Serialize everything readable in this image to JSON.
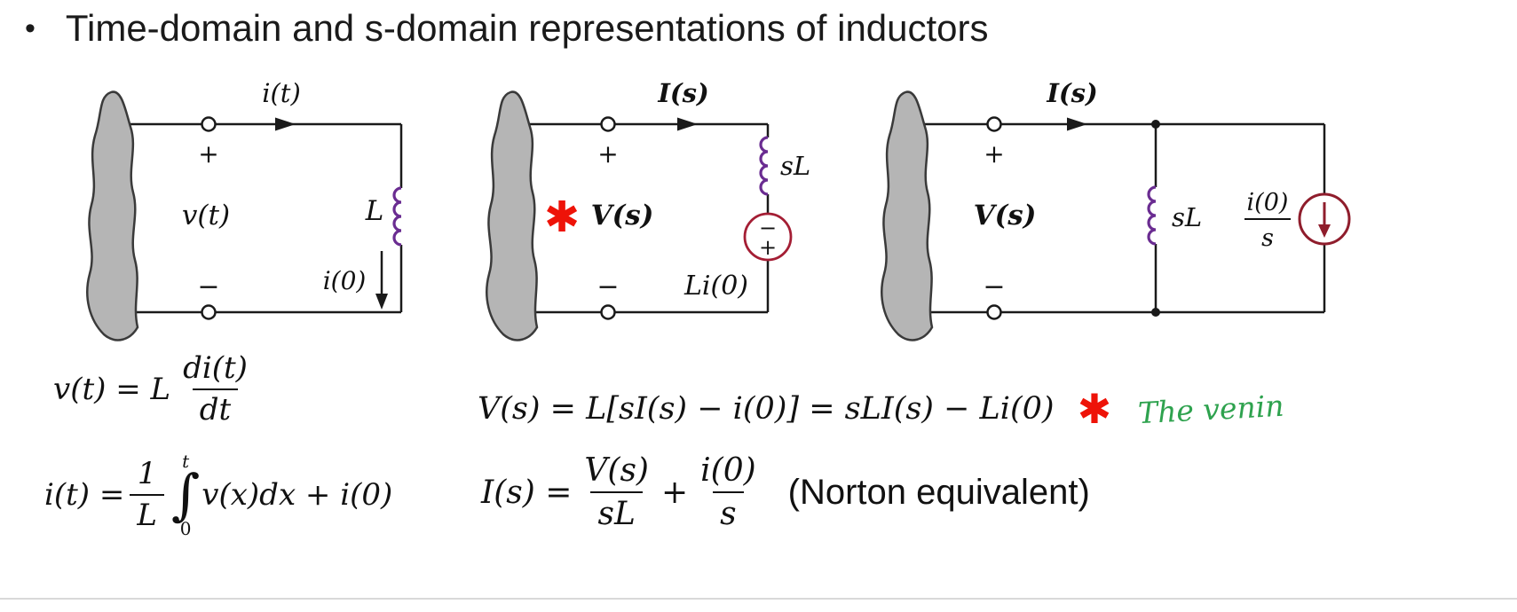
{
  "slide": {
    "bullet": "•",
    "title": "Time-domain and s-domain representations of inductors"
  },
  "colors": {
    "wire": "#1a1a1a",
    "inductor": "#6a2c91",
    "source_outline": "#a41e34",
    "current_source_outline": "#8f1d2c",
    "asterisk": "#ee1308",
    "handwriting": "#2ea24e",
    "blob_fill": "#b5b5b5",
    "blob_stroke": "#3a3a3a"
  },
  "circuit_time_domain": {
    "current": "i(t)",
    "plus": "+",
    "minus": "−",
    "voltage": "v(t)",
    "inductor": "L",
    "initial_current": "i(0)"
  },
  "circuit_s_series": {
    "current": "I(s)",
    "plus": "+",
    "minus": "−",
    "voltage": "V(s)",
    "asterisk": "✱",
    "inductor": "sL",
    "source_minus": "−",
    "source_plus": "+",
    "source_label": "Li(0)"
  },
  "circuit_s_parallel": {
    "current": "I(s)",
    "plus": "+",
    "minus": "−",
    "voltage": "V(s)",
    "inductor": "sL",
    "source_value_num": "i(0)",
    "source_value_den": "s"
  },
  "equations": {
    "time_v": {
      "lhs": "v(t) = L",
      "num": "di(t)",
      "den": "dt"
    },
    "time_i": {
      "lhs": "i(t) =",
      "coef_num": "1",
      "coef_den": "L",
      "integral": "∫",
      "upper": "t",
      "lower": "0",
      "integrand": "v(x)dx + i(0)"
    },
    "s_v": {
      "body": "V(s) = L[sI(s) − i(0)] = sLI(s) − Li(0)",
      "asterisk": "✱",
      "annotation": "The venin"
    },
    "s_i": {
      "lhs": "I(s) =",
      "frac1_num": "V(s)",
      "frac1_den": "sL",
      "op": "+",
      "frac2_num": "i(0)",
      "frac2_den": "s",
      "note": "(Norton equivalent)"
    }
  }
}
